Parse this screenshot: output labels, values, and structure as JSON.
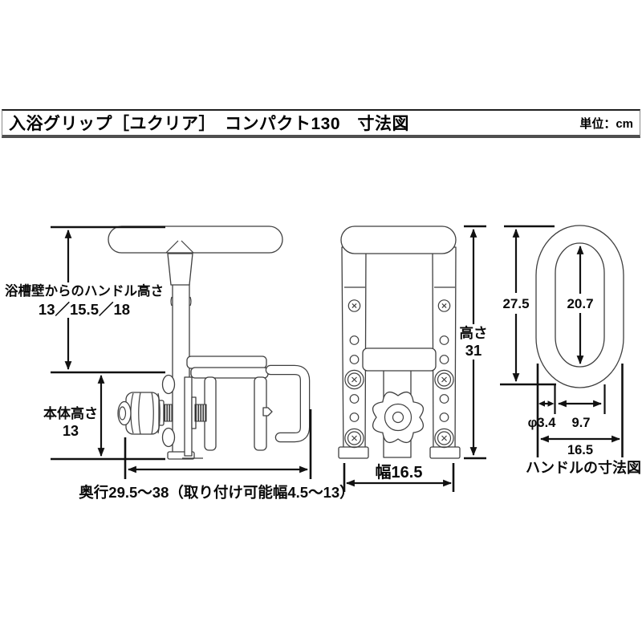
{
  "header": {
    "title": "入浴グリップ［ユクリア］　コンパクト130　寸法図",
    "unit": "単位：cm"
  },
  "side_view": {
    "handle_height_label": "浴槽壁からのハンドル高さ",
    "handle_height_values": "13／15.5／18",
    "body_height_label": "本体高さ",
    "body_height_value": "13",
    "depth_label": "奥行29.5～38（取り付け可能幅4.5～13）"
  },
  "front_view": {
    "height_label": "高さ",
    "height_value": "31",
    "width_label": "幅16.5"
  },
  "handle_section": {
    "outer_height": "27.5",
    "inner_height": "20.7",
    "tube_diameter": "φ3.4",
    "inner_width": "9.7",
    "outer_width": "16.5",
    "caption": "ハンドルの寸法図"
  }
}
